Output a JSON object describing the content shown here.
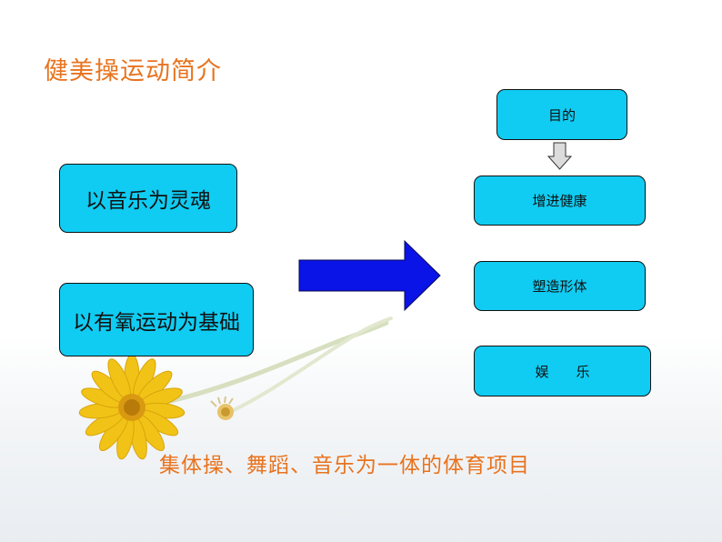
{
  "slide": {
    "title": "健美操运动简介",
    "left_boxes": [
      "以音乐为灵魂",
      "以有氧运动为基础"
    ],
    "right_boxes": [
      "目的",
      "增进健康",
      "塑造形体",
      "娱　　乐"
    ],
    "bottom_text": "集体操、舞蹈、音乐为一体的体育项目"
  },
  "colors": {
    "accent_text": "#e8731e",
    "box_fill": "#10ccf2",
    "arrow_fill": "#0a14e6"
  }
}
